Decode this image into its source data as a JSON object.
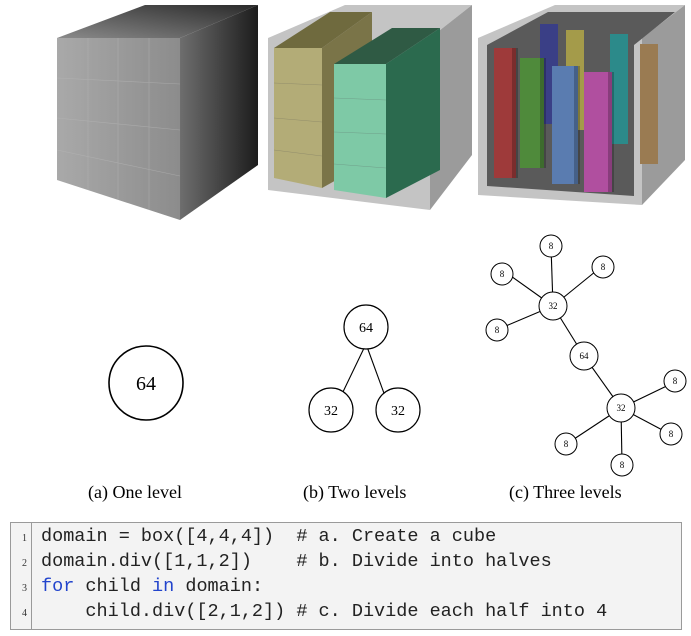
{
  "trees": {
    "one": {
      "root": "64"
    },
    "two": {
      "root": "64",
      "children": [
        "32",
        "32"
      ]
    },
    "three": {
      "root": "64",
      "mid": [
        "32",
        "32"
      ],
      "leaves_top": [
        "8",
        "8",
        "8",
        "8"
      ],
      "leaves_bottom": [
        "8",
        "8",
        "8",
        "8"
      ]
    }
  },
  "captions": {
    "a": "(a) One level",
    "b": "(b) Two levels",
    "c": "(c) Three levels"
  },
  "code": {
    "line_numbers": [
      "1",
      "2",
      "3",
      "4"
    ],
    "lines": [
      {
        "code": "domain = box([4,4,4])  ",
        "comment": "# a. Create a cube"
      },
      {
        "code": "domain.div([1,1,2])    ",
        "comment": "# b. Divide into halves"
      },
      {
        "kw1": "for",
        "mid": " child ",
        "kw2": "in",
        "rest": " domain:"
      },
      {
        "code": "    child.div([2,1,2]) ",
        "comment": "# c. Divide each half into 4"
      }
    ]
  },
  "colors": {
    "cube_gray": "#9a9a9a",
    "olive": "#b3ac77",
    "teal": "#7ec9a6",
    "keyword": "#2244cc"
  }
}
